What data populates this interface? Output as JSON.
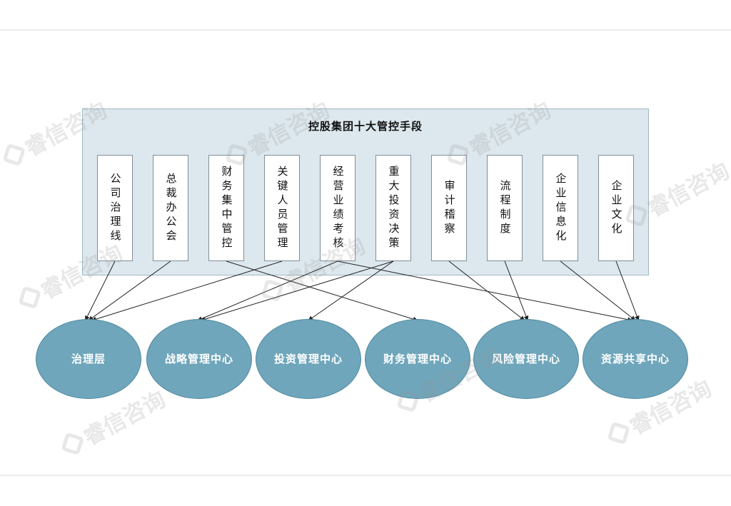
{
  "title": "控股集团十大管控手段",
  "means": [
    {
      "label": "公司治理线"
    },
    {
      "label": "总裁办公会"
    },
    {
      "label": "财务集中管控"
    },
    {
      "label": "关键人员管理"
    },
    {
      "label": "经营业绩考核"
    },
    {
      "label": "重大投资决策"
    },
    {
      "label": "审计稽察"
    },
    {
      "label": "流程制度"
    },
    {
      "label": "企业信息化"
    },
    {
      "label": "企业文化"
    }
  ],
  "centers": [
    {
      "label": "治理层"
    },
    {
      "label": "战略管理中心"
    },
    {
      "label": "投资管理中心"
    },
    {
      "label": "财务管理中心"
    },
    {
      "label": "风险管理中心"
    },
    {
      "label": "资源共享中心"
    }
  ],
  "links": [
    {
      "from": 0,
      "to": 0
    },
    {
      "from": 1,
      "to": 0
    },
    {
      "from": 2,
      "to": 3
    },
    {
      "from": 3,
      "to": 0
    },
    {
      "from": 4,
      "to": 1
    },
    {
      "from": 4,
      "to": 5
    },
    {
      "from": 5,
      "to": 1
    },
    {
      "from": 5,
      "to": 2
    },
    {
      "from": 6,
      "to": 4
    },
    {
      "from": 7,
      "to": 4
    },
    {
      "from": 8,
      "to": 5
    },
    {
      "from": 9,
      "to": 5
    }
  ],
  "watermark": {
    "text": "睿信咨询"
  },
  "colors": {
    "panel": "#dde8ee",
    "ellipse": "#6fa6bb",
    "connector": "#222222"
  }
}
